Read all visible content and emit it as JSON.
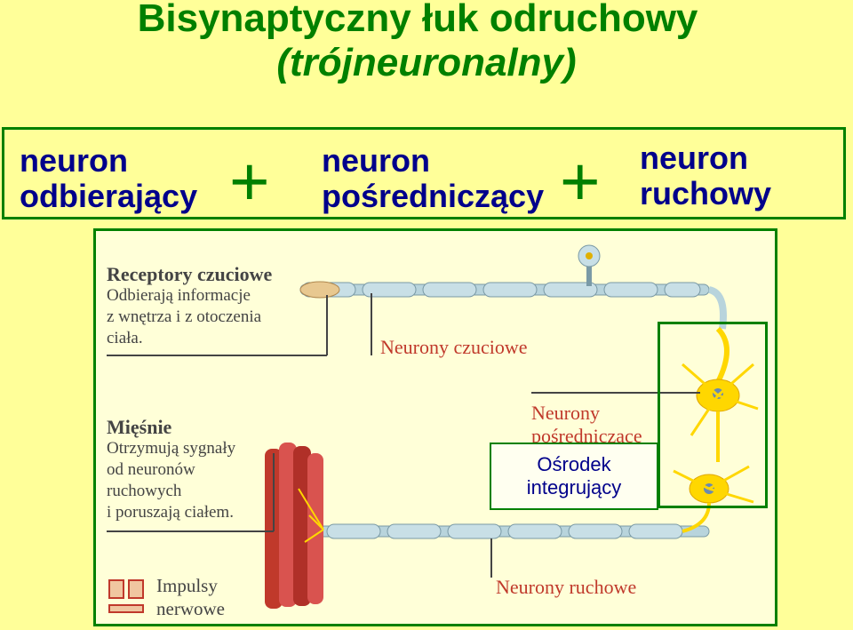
{
  "title": {
    "line1": "Bisynaptyczny  łuk odruchowy",
    "line2": "(trójneuronalny)"
  },
  "neurons": {
    "receptor": {
      "line1": "neuron",
      "line2": "odbierający"
    },
    "plus1": "+",
    "intermediate": {
      "line1": "neuron",
      "line2": "pośredniczący"
    },
    "plus2": "+",
    "motor": {
      "line1": "neuron",
      "line2": "ruchowy"
    }
  },
  "figure": {
    "receptors": {
      "heading": "Receptory czuciowe",
      "desc1": "Odbierają informacje",
      "desc2": "z wnętrza i z otoczenia",
      "desc3": "ciała."
    },
    "sensory_label": "Neurony czuciowe",
    "muscles": {
      "heading": "Mięśnie",
      "desc1": "Otrzymują sygnały",
      "desc2": "od neuronów",
      "desc3": "ruchowych",
      "desc4": "i poruszają ciałem."
    },
    "intermediate_label1": "Neurony",
    "intermediate_label2": "pośredniczące",
    "motor_label": "Neurony ruchowe",
    "legend1": "Impulsy",
    "legend2": "nerwowe",
    "center1": "Ośrodek",
    "center2": "integrujący"
  },
  "colors": {
    "background": "#ffff99",
    "title_green": "#008000",
    "label_navy": "#00008b",
    "nerve_blue": "#b8d4dc",
    "neuron_yellow": "#ffd700",
    "muscle_red": "#c0392b"
  }
}
